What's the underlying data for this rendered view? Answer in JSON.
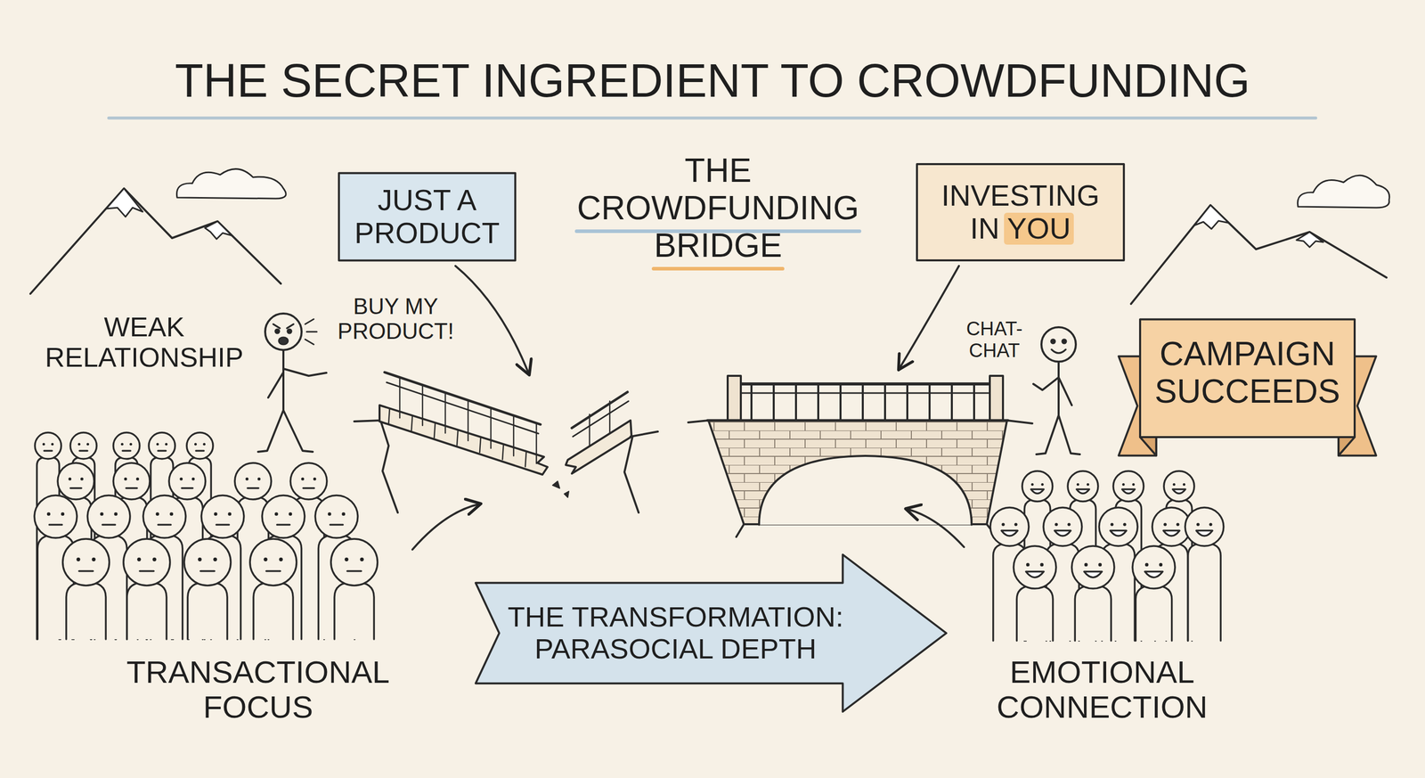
{
  "diagram": {
    "title": "THE SECRET INGREDIENT TO CROWDFUNDING",
    "nodes": [
      {
        "text": [
          "JUST A PRODUCT"
        ]
      },
      {
        "text": [
          "INVESTING IN YOU"
        ]
      },
      {
        "text": [
          "CAMPAIGN SUCCEEDS"
        ]
      },
      {
        "text": [
          "THE TRANSFORMATION: PARASOCIAL DEPTH"
        ]
      }
    ],
    "labels": [
      "WEAK RELATIONSHIP",
      "BUY MY PRODUCT!",
      "THE CROWDFUNDING BRIDGE",
      "CHAT-CHAT",
      "TRANSACTIONAL FOCUS",
      "EMOTIONAL CONNECTION"
    ]
  }
}
